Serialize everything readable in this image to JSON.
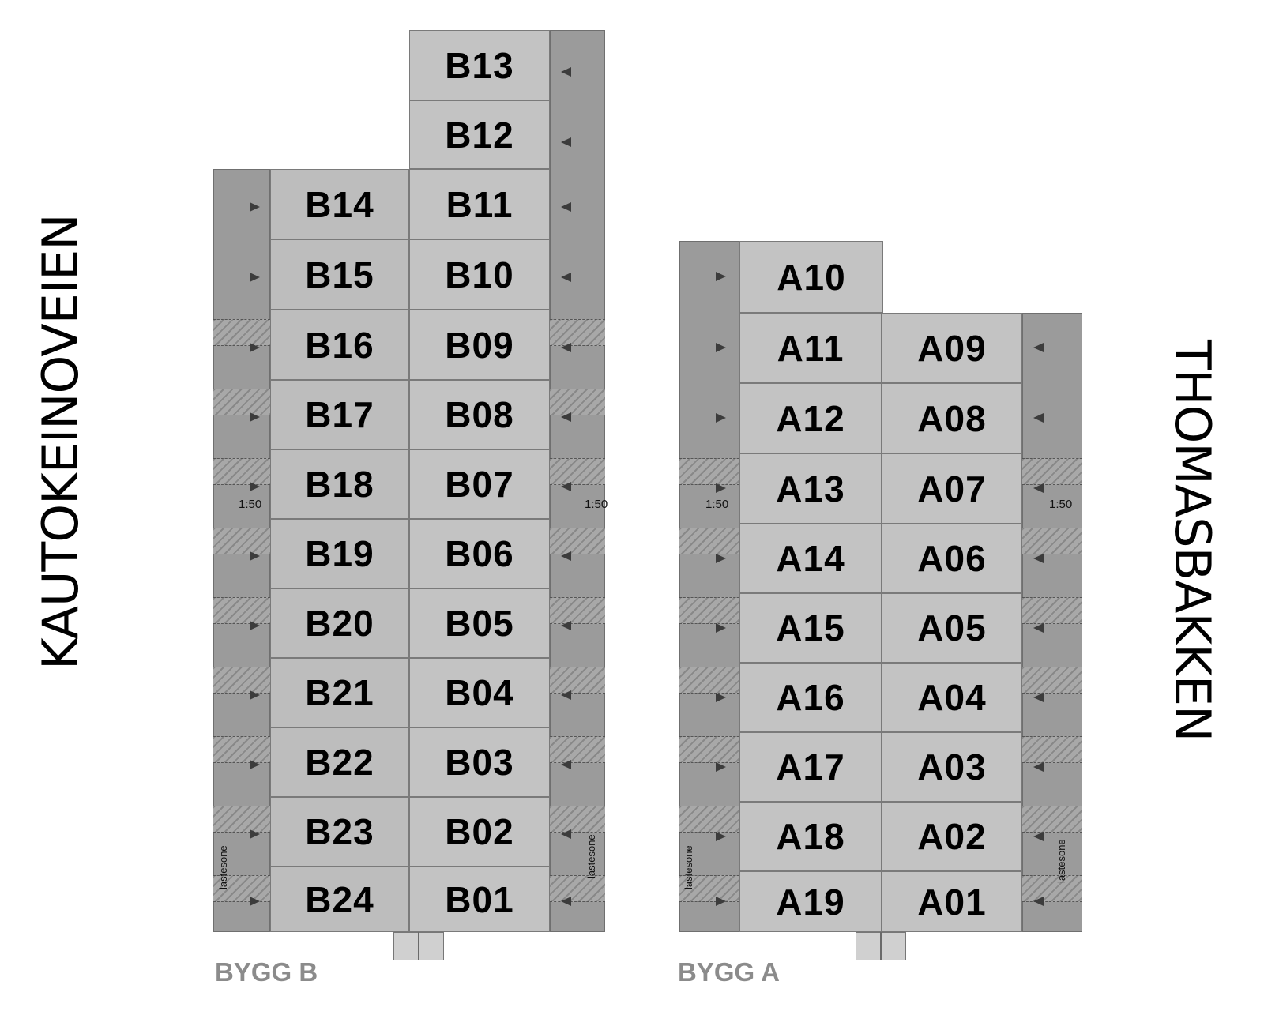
{
  "streets": {
    "left": "KAUTOKEINOVEIEN",
    "right": "THOMASBAKKEN"
  },
  "buildings": {
    "b": {
      "label": "BYGG B",
      "left_col": [
        "B14",
        "B15",
        "B16",
        "B17",
        "B18",
        "B19",
        "B20",
        "B21",
        "B22",
        "B23",
        "B24"
      ],
      "right_col": [
        "B13",
        "B12",
        "B11",
        "B10",
        "B09",
        "B08",
        "B07",
        "B06",
        "B05",
        "B04",
        "B03",
        "B02",
        "B01"
      ]
    },
    "a": {
      "label": "BYGG A",
      "left_col": [
        "A10",
        "A11",
        "A12",
        "A13",
        "A14",
        "A15",
        "A16",
        "A17",
        "A18",
        "A19"
      ],
      "right_col": [
        "A09",
        "A08",
        "A07",
        "A06",
        "A05",
        "A04",
        "A03",
        "A02",
        "A01"
      ]
    }
  },
  "annotations": {
    "scale": "1:50",
    "loading_zone": "lastesone"
  },
  "colors": {
    "unit_fill": "#bdbdbd",
    "strip_fill": "#9b9b9b",
    "building_label": "#8b8b8b"
  }
}
